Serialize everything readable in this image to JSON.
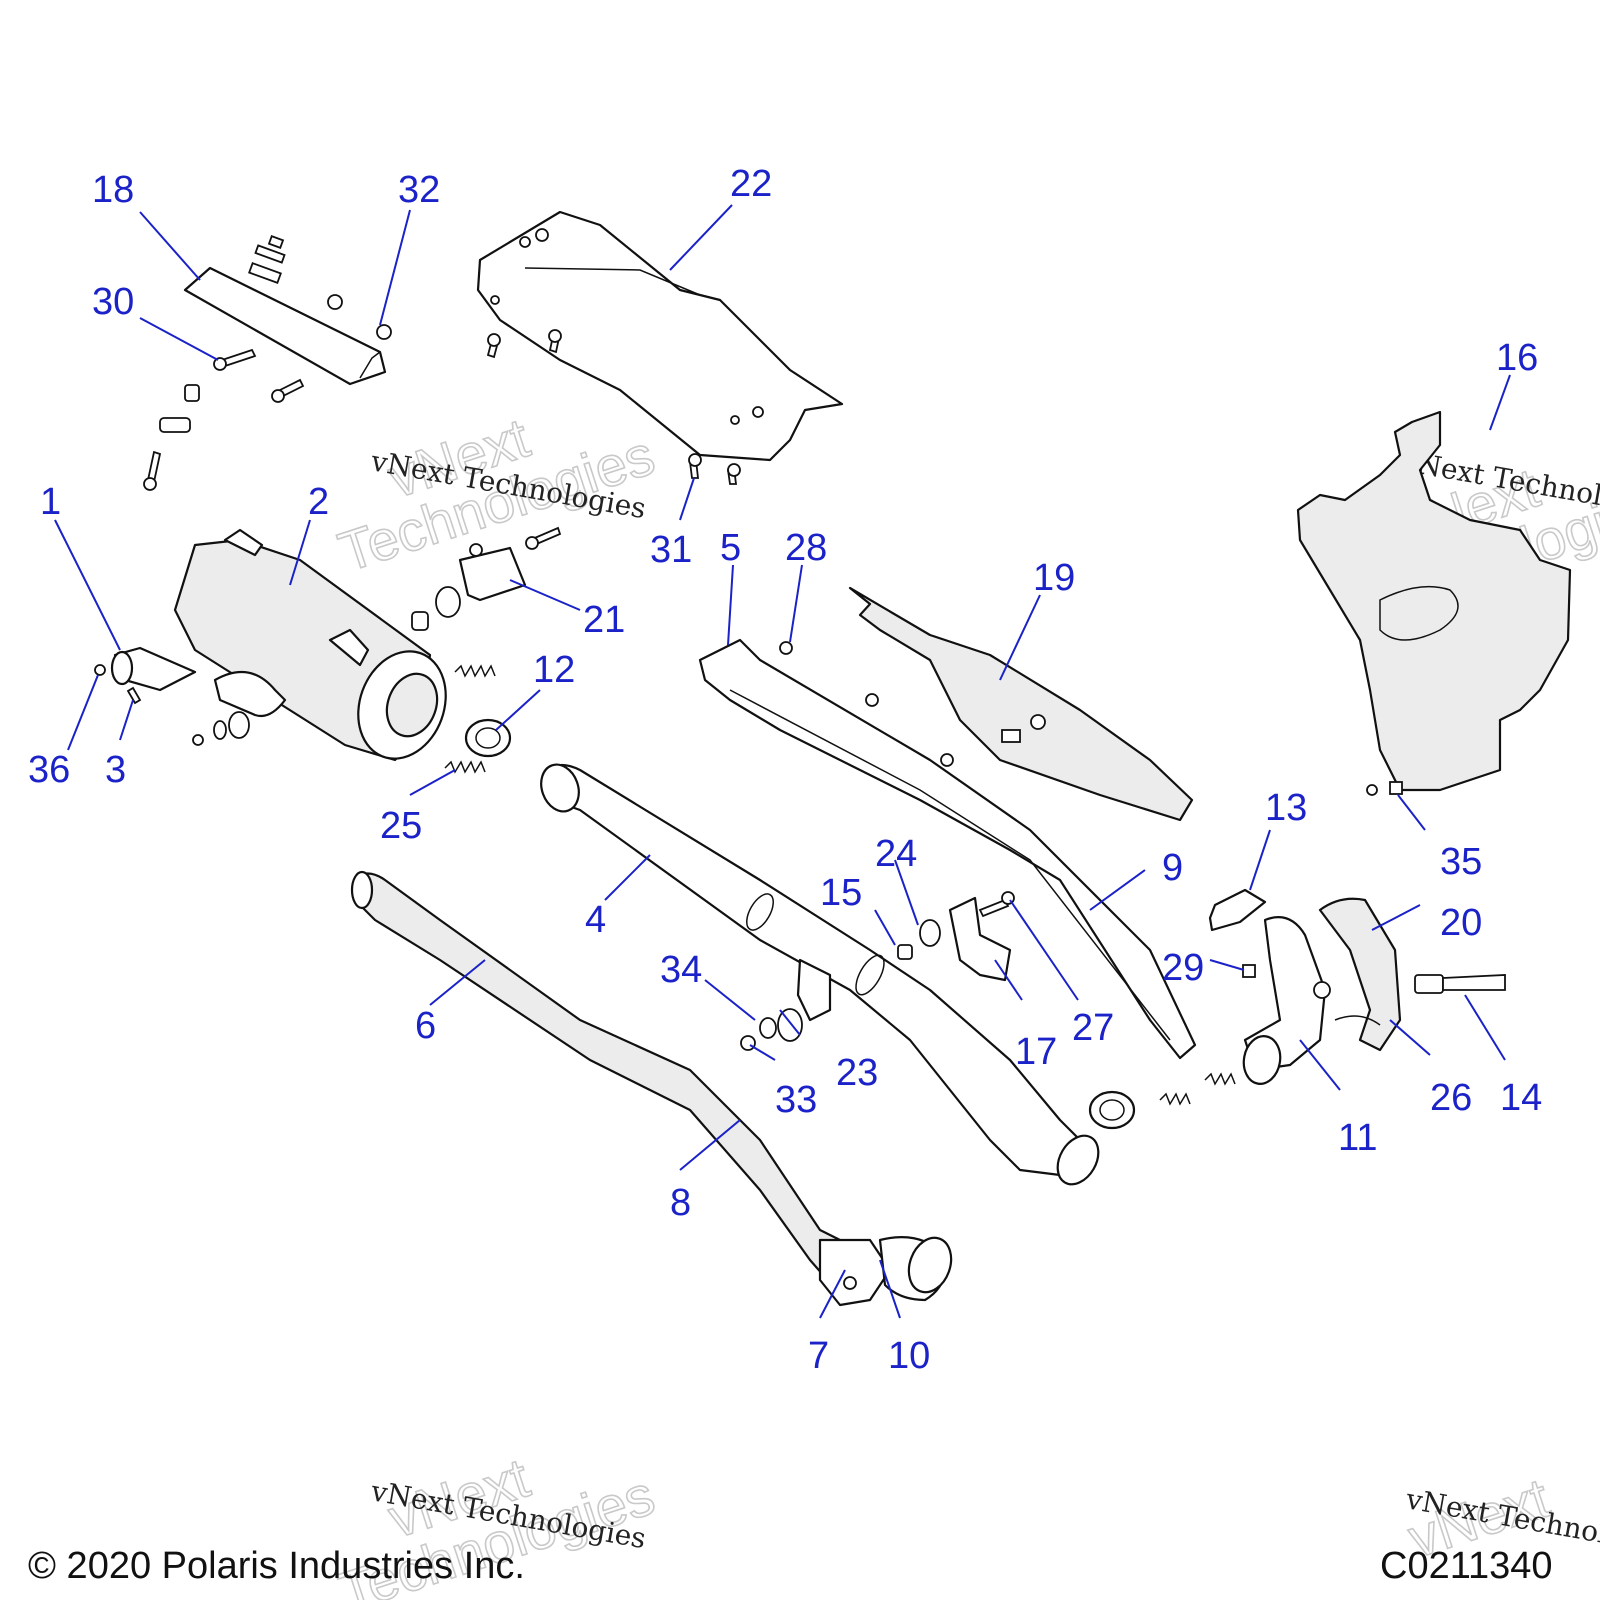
{
  "diagram": {
    "callouts": {
      "c1": "1",
      "c2": "2",
      "c3": "3",
      "c4": "4",
      "c5": "5",
      "c6": "6",
      "c7": "7",
      "c8": "8",
      "c9": "9",
      "c10": "10",
      "c11": "11",
      "c12": "12",
      "c13": "13",
      "c14": "14",
      "c15": "15",
      "c16": "16",
      "c17": "17",
      "c18": "18",
      "c19": "19",
      "c20": "20",
      "c21": "21",
      "c22": "22",
      "c23": "23",
      "c24": "24",
      "c25": "25",
      "c26": "26",
      "c27": "27",
      "c28": "28",
      "c29": "29",
      "c30": "30",
      "c31": "31",
      "c32": "32",
      "c33": "33",
      "c34": "34",
      "c35": "35",
      "c36": "36"
    },
    "watermark": "vNext Technologies",
    "watermark_big_1": "vNext",
    "watermark_big_2": "Technologies"
  },
  "footer": {
    "copyright": "© 2020 Polaris Industries Inc.",
    "figure_code": "C0211340"
  },
  "colors": {
    "callout": "#1a22c8",
    "line_art": "#111111",
    "background": "#ffffff"
  }
}
